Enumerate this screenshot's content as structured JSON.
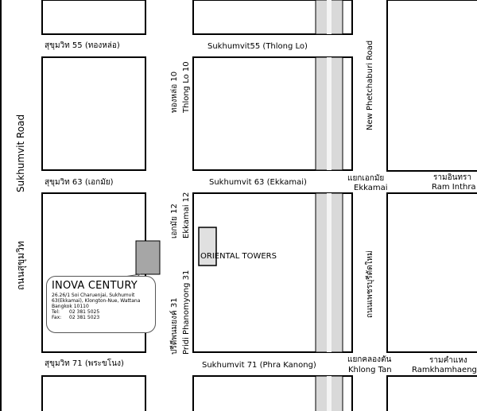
{
  "roads": {
    "soi55_thai": "สุขุมวิท 55 (ทองหล่อ)",
    "soi55_en": "Sukhumvit55 (Thlong Lo)",
    "soi63_thai": "สุขุมวิท 63 (เอกมัย)",
    "soi63_en": "Sukhumvit 63 (Ekkamai)",
    "soi71_thai": "สุขุมวิท 71 (พระขโนง)",
    "soi71_en": "Sukhumvit 71 (Phra Kanong)",
    "thonglo10_thai": "ทองหล่อ 10",
    "thonglo10_en": "Thlong Lo 10",
    "ekkamai12_thai": "เอกมัย 12",
    "ekkamai12_en": "Ekkamai 12",
    "pridi31_thai": "ปรีดีพนมยงค์ 31",
    "pridi31_en": "Pridi Phanomyong 31",
    "sukhumvit_road": "Sukhumvit Road",
    "sukhumvit_road_thai": "ถนนสุขุมวิท",
    "new_phetchaburi": "New Phetchaburi Road",
    "new_phetchaburi_thai": "ถนนเพชรบุรีตัดใหม่"
  },
  "junctions": {
    "ekkamai_thai": "แยกเอกมัย",
    "ekkamai_en": "Ekkamai",
    "raminthra_thai": "รามอินทรา",
    "raminthra_en": "Ram Inthra",
    "khlongtan_thai": "แยกคลองตัน",
    "khlongtan_en": "Khlong Tan",
    "ramkhamhaeng_thai": "รามคำแหง",
    "ramkhamhaeng_en": "Ramkhamhaeng"
  },
  "landmarks": {
    "oriental_towers": "ORIENTAL TOWERS"
  },
  "office": {
    "name": "INOVA CENTURY",
    "address1": "26.26/1 Soi Charuenjai, Sukhumvit",
    "address2": "63(Ekkamai), Klongton-Nue, Wattana",
    "address3": "Bangkok 10110",
    "tel_label": "Tel:",
    "tel": "02 381 5025",
    "fax_label": "Fax:",
    "fax": "02 381 5023"
  },
  "colors": {
    "block_border": "#000000",
    "expressway": "#d9d9d9",
    "office_marker": "#a6a6a6",
    "tower_marker": "#e0e0e0"
  }
}
